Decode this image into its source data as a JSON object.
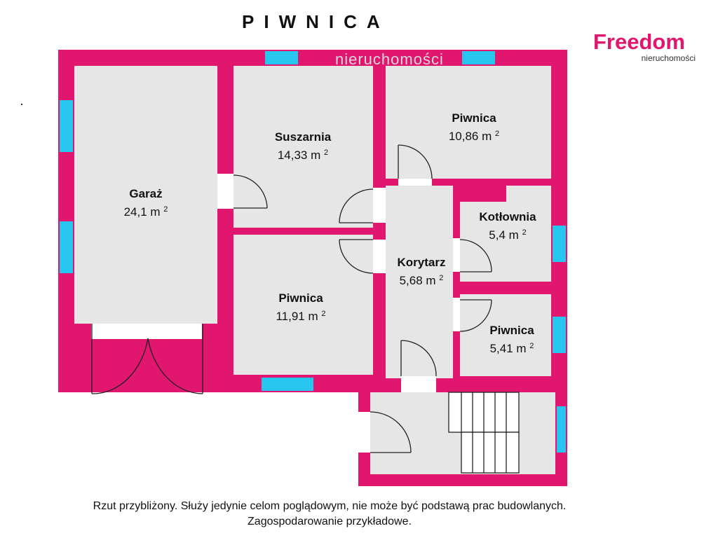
{
  "title": "PIWNICA",
  "logo": {
    "brand": "Freedom",
    "sub": "nieruchomości"
  },
  "watermark": "nieruchomości",
  "colors": {
    "wall": "#e0166f",
    "window": "#26c6ee",
    "floor": "#e6e6e6"
  },
  "rooms": [
    {
      "name": "Garaż",
      "area": "24,1 m",
      "unit_sup": "2"
    },
    {
      "name": "Suszarnia",
      "area": "14,33 m",
      "unit_sup": "2"
    },
    {
      "name": "Piwnica",
      "area": "10,86 m",
      "unit_sup": "2"
    },
    {
      "name": "Kotłownia",
      "area": "5,4 m",
      "unit_sup": "2"
    },
    {
      "name": "Korytarz",
      "area": "5,68 m",
      "unit_sup": "2"
    },
    {
      "name": "Piwnica",
      "area": "11,91 m",
      "unit_sup": "2"
    },
    {
      "name": "Piwnica",
      "area": "5,41 m",
      "unit_sup": "2"
    }
  ],
  "note": {
    "line1": "Rzut przybliżony. Służy jedynie celom poglądowym, nie może być podstawą prac budowlanych.",
    "line2": "Zagospodarowanie przykładowe."
  }
}
